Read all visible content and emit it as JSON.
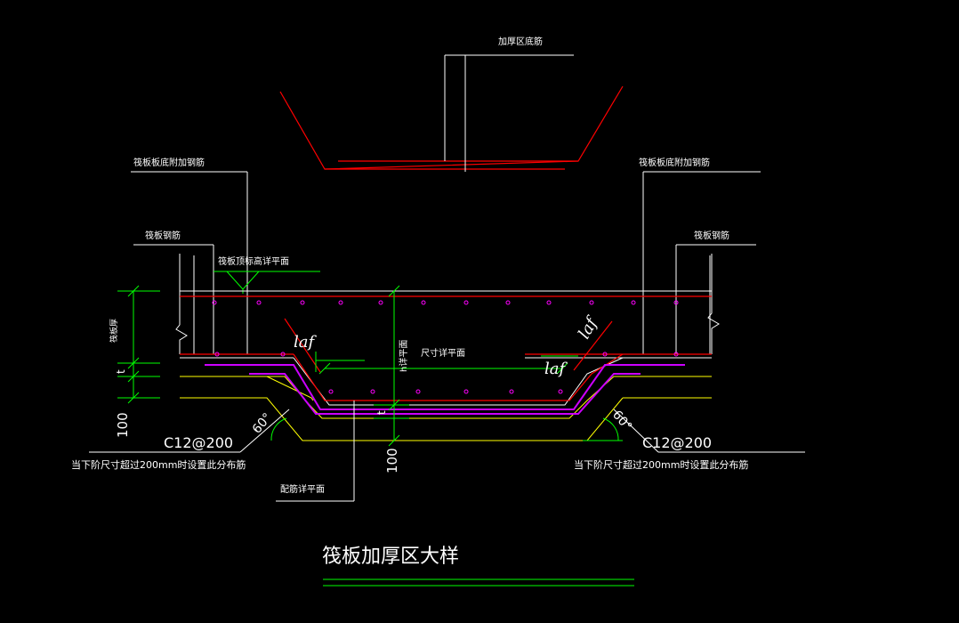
{
  "drawing": {
    "title": "筏板加厚区大样",
    "labels": {
      "thickened_bottom_rebar": "加厚区底筋",
      "raft_bottom_extra_left": "筏板板底附加钢筋",
      "raft_bottom_extra_right": "筏板板底附加钢筋",
      "raft_rebar_left": "筏板钢筋",
      "raft_rebar_right": "筏板钢筋",
      "raft_top_elevation": "筏板顶标高详平面",
      "dimension_plan": "尺寸详平面",
      "h_plan": "h详平面",
      "raft_thickness": "筏板厚",
      "reinforcement_plan": "配筋详平面",
      "note_left": "当下阶尺寸超过200mm时设置此分布筋",
      "note_right": "当下阶尺寸超过200mm时设置此分布筋"
    },
    "dimensions": {
      "laf_1": "laf",
      "laf_2": "laf",
      "laf_3": "laf",
      "t_left": "t",
      "t_center": "t",
      "dim_100_left": "100",
      "dim_100_center": "100",
      "angle_left": "60°",
      "angle_right": "60°",
      "rebar_left": "C12@200",
      "rebar_right": "C12@200"
    },
    "colors": {
      "background": "#000000",
      "red": "#ff0000",
      "green": "#00ff00",
      "yellow": "#ffff00",
      "magenta": "#cc00ff",
      "white": "#ffffff"
    }
  }
}
